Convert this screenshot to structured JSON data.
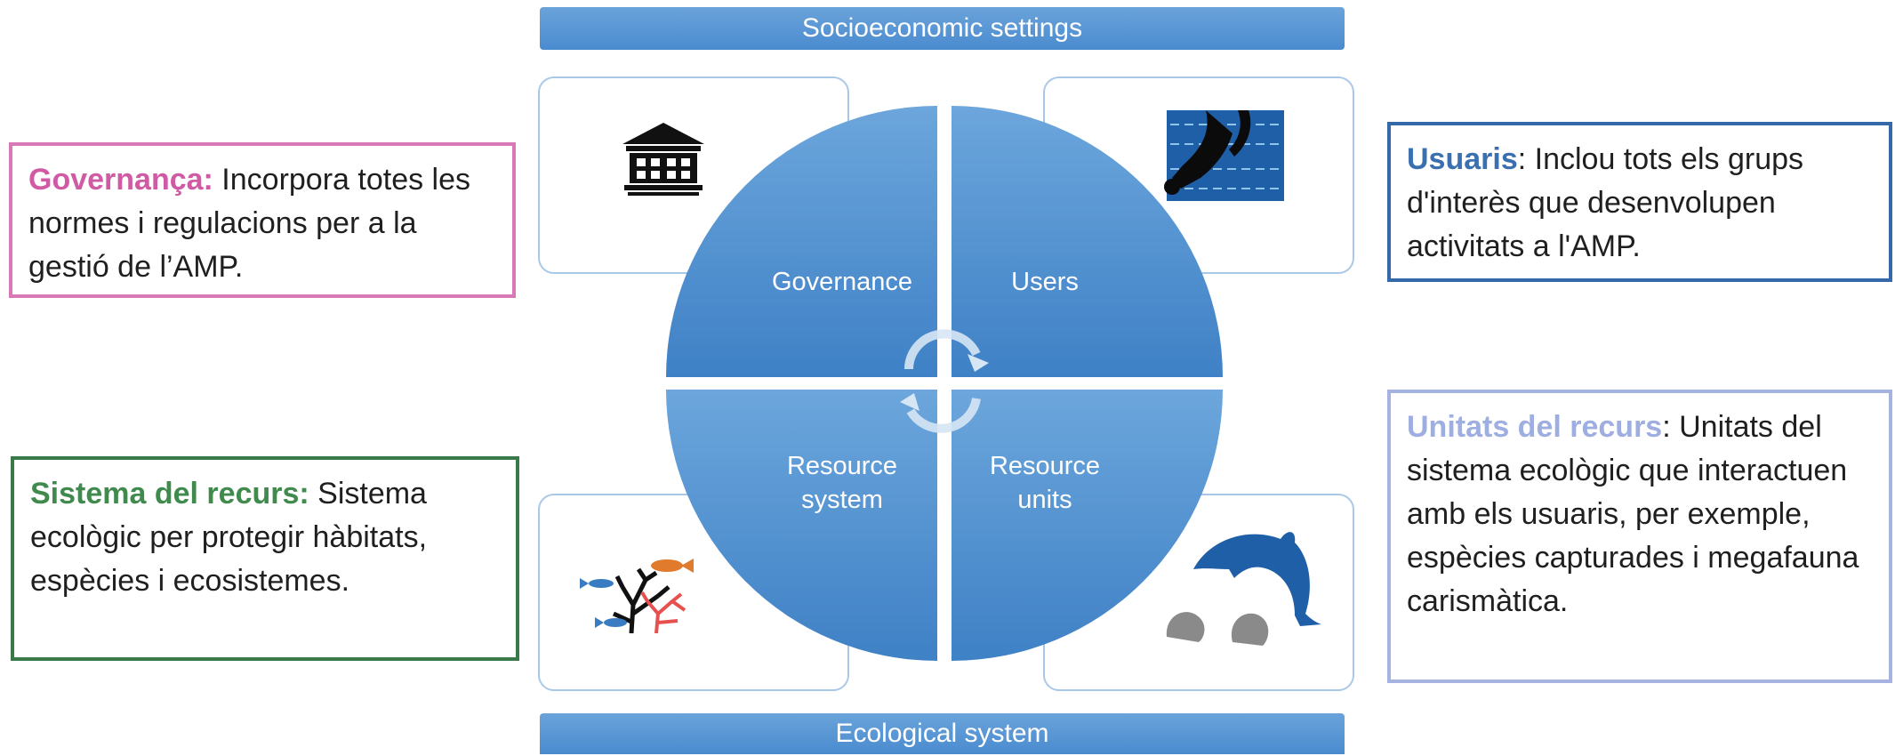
{
  "header": {
    "title": "Socioeconomic settings"
  },
  "footer": {
    "title": "Ecological system"
  },
  "quadrants": {
    "governance": "Governance",
    "users": "Users",
    "resource_system": [
      "Resource",
      "system"
    ],
    "resource_units": [
      "Resource",
      "units"
    ]
  },
  "descriptions": {
    "governance": {
      "term": "Governança:",
      "text": " Incorpora totes les normes i regulacions per a la gestió de l’AMP."
    },
    "users": {
      "term": "Usuaris",
      "text": ": Inclou tots els grups d'interès que desenvolupen activitats a l'AMP."
    },
    "resource_system": {
      "term": "Sistema del recurs:",
      "text": " Sistema ecològic per protegir hàbitats, espècies i ecosistemes."
    },
    "resource_units": {
      "term": "Unitats del recurs",
      "text": ": Unitats del sistema ecològic que interactuen amb els usuaris, per exemple, espècies capturades i megafauna carismàtica."
    }
  },
  "icons": [
    "institution-icon",
    "diver-icon",
    "reef-fish-icon",
    "dolphin-shells-icon"
  ],
  "colors": {
    "circle": "#4a8bcf",
    "governance": "#d05aa3",
    "users": "#3a6fb0",
    "resource_system": "#3f8a4c",
    "resource_units": "#9eaee0"
  }
}
